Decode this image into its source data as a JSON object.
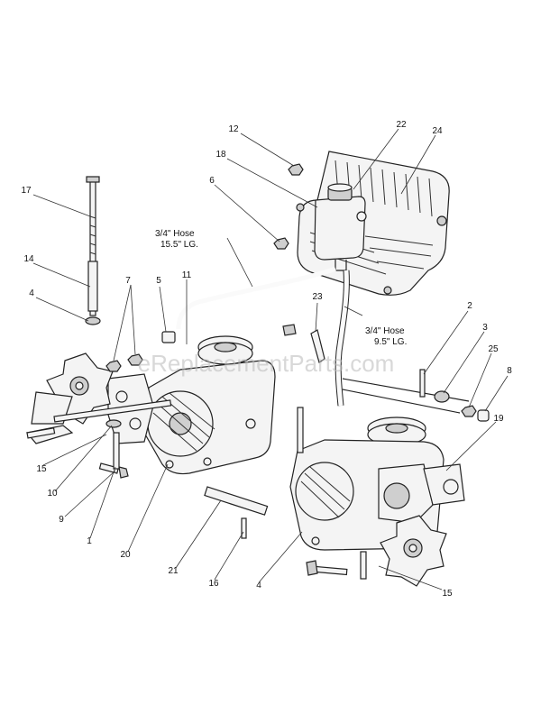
{
  "watermark": "eReplacementParts.com",
  "hose_labels": {
    "upper": {
      "line1": "3/4\" Hose",
      "line2": "15.5\" LG."
    },
    "lower": {
      "line1": "3/4\" Hose",
      "line2": "9.5\" LG."
    }
  },
  "callouts": [
    "12",
    "22",
    "24",
    "18",
    "6",
    "17",
    "14",
    "4",
    "7",
    "5",
    "11",
    "23",
    "2",
    "3",
    "25",
    "8",
    "19",
    "15",
    "10",
    "9",
    "1",
    "20",
    "21",
    "16",
    "4",
    "15"
  ],
  "colors": {
    "line": "#222222",
    "fill": "#f4f4f4",
    "shade": "#cfcfcf",
    "watermark": "#b9b9b9"
  }
}
